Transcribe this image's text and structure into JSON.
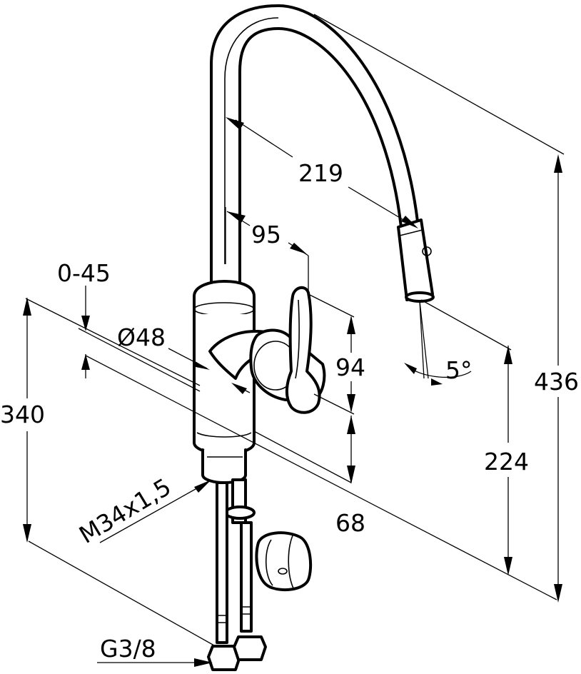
{
  "dimensions": {
    "spout_reach": "219",
    "lever_offset": "95",
    "swivel_range": "0-45",
    "body_diameter": "Ø48",
    "lever_height": "94",
    "total_height": "436",
    "body_height": "340",
    "spray_angle": "5°",
    "outlet_height": "224",
    "lever_base_height": "68",
    "thread": "M34x1,5",
    "hose_connection": "G3/8"
  },
  "colors": {
    "line": "#000000",
    "background": "#ffffff",
    "shading": "#d9d9d9"
  }
}
